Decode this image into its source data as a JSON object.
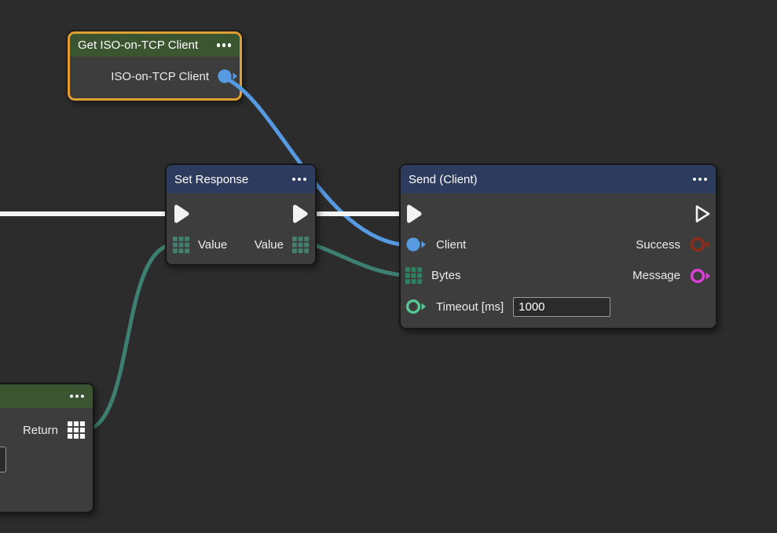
{
  "canvas": {
    "background_color": "#2c2c2c"
  },
  "wires": [
    {
      "name": "exec-wire",
      "color": "#f4f4f4"
    },
    {
      "name": "client-wire",
      "color": "#569ae2"
    },
    {
      "name": "return-to-value-wire",
      "color": "#3d8070"
    },
    {
      "name": "value-to-bytes-wire",
      "color": "#3d8070"
    }
  ],
  "nodes": [
    {
      "title": "Get ISO-on-TCP Client",
      "menu_icon": "ellipsis-icon",
      "selected": true,
      "selection_border_color": "#dfa02f",
      "header_color": "#3c5531",
      "outputs": [
        {
          "label": "ISO-on-TCP Client",
          "port_icon": "circle-filled-port-icon",
          "port_color": "#569ae2",
          "connected": true
        }
      ]
    },
    {
      "title": "Set Response",
      "menu_icon": "ellipsis-icon",
      "header_color": "#2d3c5e",
      "exec_in": {
        "port_icon": "exec-arrow-icon",
        "connected": true
      },
      "exec_out": {
        "port_icon": "exec-arrow-icon",
        "connected": true
      },
      "inputs": [
        {
          "label": "Value",
          "port_icon": "grid-port-icon",
          "port_color": "#43806e",
          "connected": true
        }
      ],
      "outputs": [
        {
          "label": "Value",
          "port_icon": "grid-port-icon",
          "port_color": "#43806e",
          "connected": true
        }
      ]
    },
    {
      "title": "Send (Client)",
      "menu_icon": "ellipsis-icon",
      "header_color": "#2d3c5e",
      "exec_in": {
        "port_icon": "exec-arrow-icon",
        "connected": true
      },
      "exec_out": {
        "port_icon": "exec-arrow-icon",
        "connected": false
      },
      "inputs": [
        {
          "label": "Client",
          "port_icon": "circle-filled-port-icon",
          "port_color": "#569ae2",
          "connected": true
        },
        {
          "label": "Bytes",
          "port_icon": "grid-port-icon",
          "port_color": "#2f8164",
          "connected": true
        },
        {
          "label": "Timeout [ms]",
          "port_icon": "circle-ring-port-icon",
          "port_color": "#56c795",
          "value": "1000"
        }
      ],
      "outputs": [
        {
          "label": "Success",
          "port_icon": "circle-ring-port-icon",
          "port_color": "#8f2c1b",
          "connected": false
        },
        {
          "label": "Message",
          "port_icon": "circle-ring-port-icon",
          "port_color": "#dc40d8",
          "connected": false
        }
      ]
    },
    {
      "title": "",
      "menu_icon": "ellipsis-icon",
      "header_color": "#3c5531",
      "outputs": [
        {
          "label": "Return",
          "port_icon": "grid-port-icon",
          "port_color": "#ffffff",
          "connected": true
        }
      ],
      "field_value": ""
    }
  ]
}
